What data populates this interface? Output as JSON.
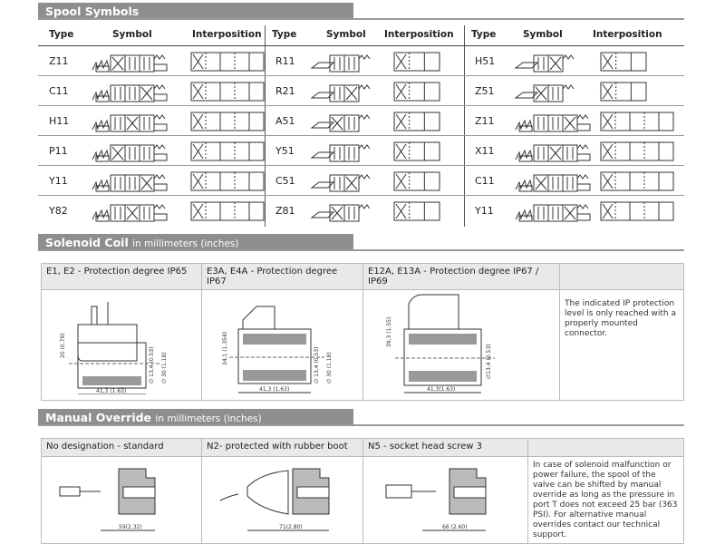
{
  "spool": {
    "title": "Spool Symbols",
    "headers": {
      "type": "Type",
      "symbol": "Symbol",
      "interposition": "Interposition"
    },
    "groups": [
      {
        "rows": [
          "Z11",
          "C11",
          "H11",
          "P11",
          "Y11",
          "Y82"
        ]
      },
      {
        "rows": [
          "R11",
          "R21",
          "A51",
          "Y51",
          "C51",
          "Z81"
        ]
      },
      {
        "rows": [
          "H51",
          "Z51",
          "Z11",
          "X11",
          "C11",
          "Y11"
        ]
      }
    ]
  },
  "coil": {
    "title": "Solenoid Coil",
    "subtitle": "in millimeters (inches)",
    "columns": [
      "E1, E2 - Protection degree IP65",
      "E3A,  E4A - Protection degree IP67",
      "E12A, E13A - Protection degree IP67 / IP69",
      ""
    ],
    "dims": [
      {
        "h": "20 (0.79)",
        "d1": "∅ 13,4 (0.53)",
        "d2": "∅ 30 (1.18)",
        "w": "41,3 (1.63)"
      },
      {
        "h": "34,1 (1.354)",
        "d1": "∅ 13,4 (0.53)",
        "d2": "∅ 30 (1.18)",
        "w": "41,3 (1.63)"
      },
      {
        "h": "39,3 (1.55)",
        "d1": "∅13,4 (0.53)",
        "w": "41,3(1.63)"
      }
    ],
    "note": "The indicated IP protection level is only reached with a properly mounted connector."
  },
  "override": {
    "title": "Manual Override",
    "subtitle": "in millimeters (inches)",
    "columns": [
      "No designation - standard",
      "N2- protected with rubber boot",
      "N5 - socket head screw 3",
      ""
    ],
    "dims": [
      "59(2.32)",
      "71(2.80)",
      "66 (2.60)"
    ],
    "note": "In case of solenoid malfunction or power failure, the spool of the valve can be shifted by manual override as long as the pressure in port T does not exceed 25 bar (363 PSI). For alternative manual overrides contact our technical support."
  }
}
